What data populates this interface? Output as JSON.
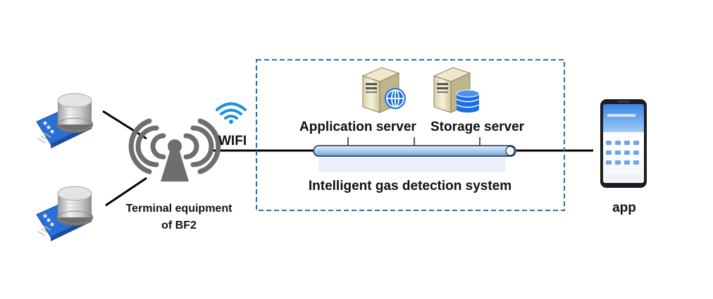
{
  "diagram": {
    "labels": {
      "wifi": "WIFI",
      "application_server": "Application server",
      "storage_server": "Storage server",
      "system": "Intelligent gas detection system",
      "terminal_line1": "Terminal equipment",
      "terminal_line2": "of BF2",
      "app": "app"
    },
    "icons": {
      "sensor": "gas-sensor-module-icon",
      "antenna": "radio-antenna-icon",
      "wifi": "wifi-icon",
      "app_server": "application-server-icon",
      "storage_server": "storage-server-icon",
      "phone": "smartphone-icon"
    },
    "colors": {
      "box_border": "#2e6da4",
      "wifi": "#1e8fe0",
      "antenna": "#6e6e6e",
      "globe": "#1d6fe0",
      "database": "#1d6fe0",
      "bus_fill": "#9cc3ea",
      "sensor_board": "#2a6fd6"
    }
  }
}
